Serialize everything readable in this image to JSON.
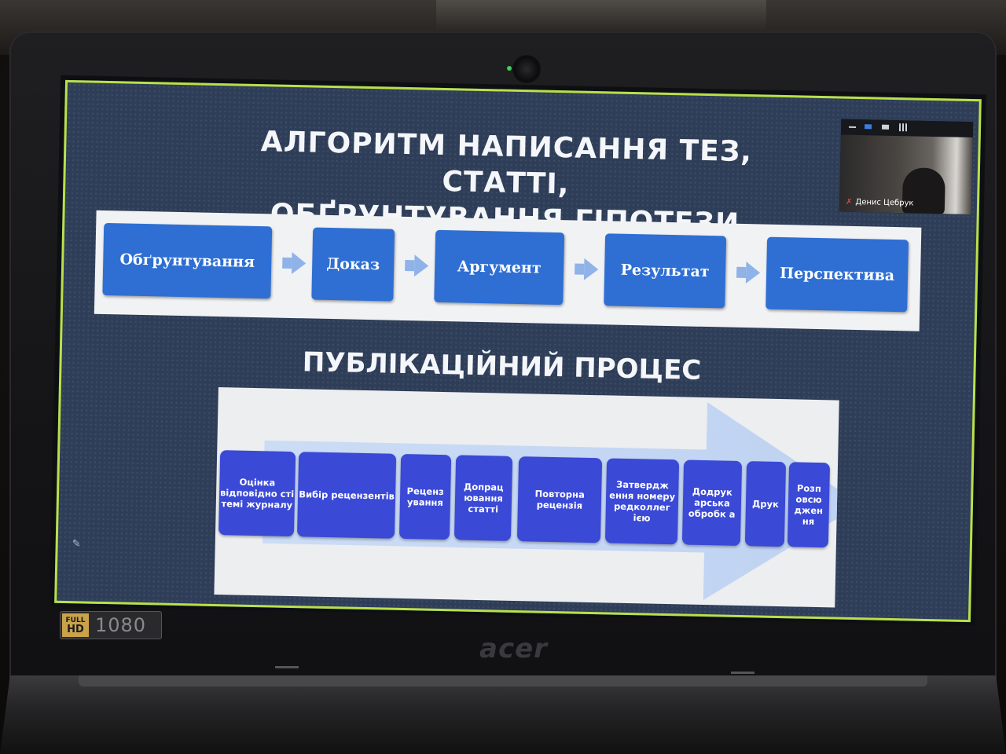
{
  "slide": {
    "title_line1": "АЛГОРИТМ НАПИСАННЯ ТЕЗ, СТАТТІ,",
    "title_line2": "ОБҐРУНТУВАННЯ ГІПОТЕЗИ",
    "algorithm_steps": [
      "Обґрунтування",
      "Доказ",
      "Аргумент",
      "Результат",
      "Перспектива"
    ],
    "subtitle": "ПУБЛІКАЦІЙНИЙ ПРОЦЕС",
    "process_steps": [
      "Оцінка відповідно сті темі журналу",
      "Вибір рецензентів",
      "Реценз ування",
      "Допрац ювання статті",
      "Повторна рецензія",
      "Затвердж ення номеру редколлег ією",
      "Додрук арська обробк а",
      "Друк",
      "Розп овсю джен ня"
    ]
  },
  "video_tile": {
    "participant_name": "Денис Цебрук"
  },
  "laptop": {
    "hd_badge_top": "FULL",
    "hd_badge_bottom": "HD",
    "resolution": "1080",
    "brand": "acer"
  },
  "icons": [
    "pencil-icon",
    "mic-muted-icon",
    "layout-icon",
    "grid-icon"
  ]
}
